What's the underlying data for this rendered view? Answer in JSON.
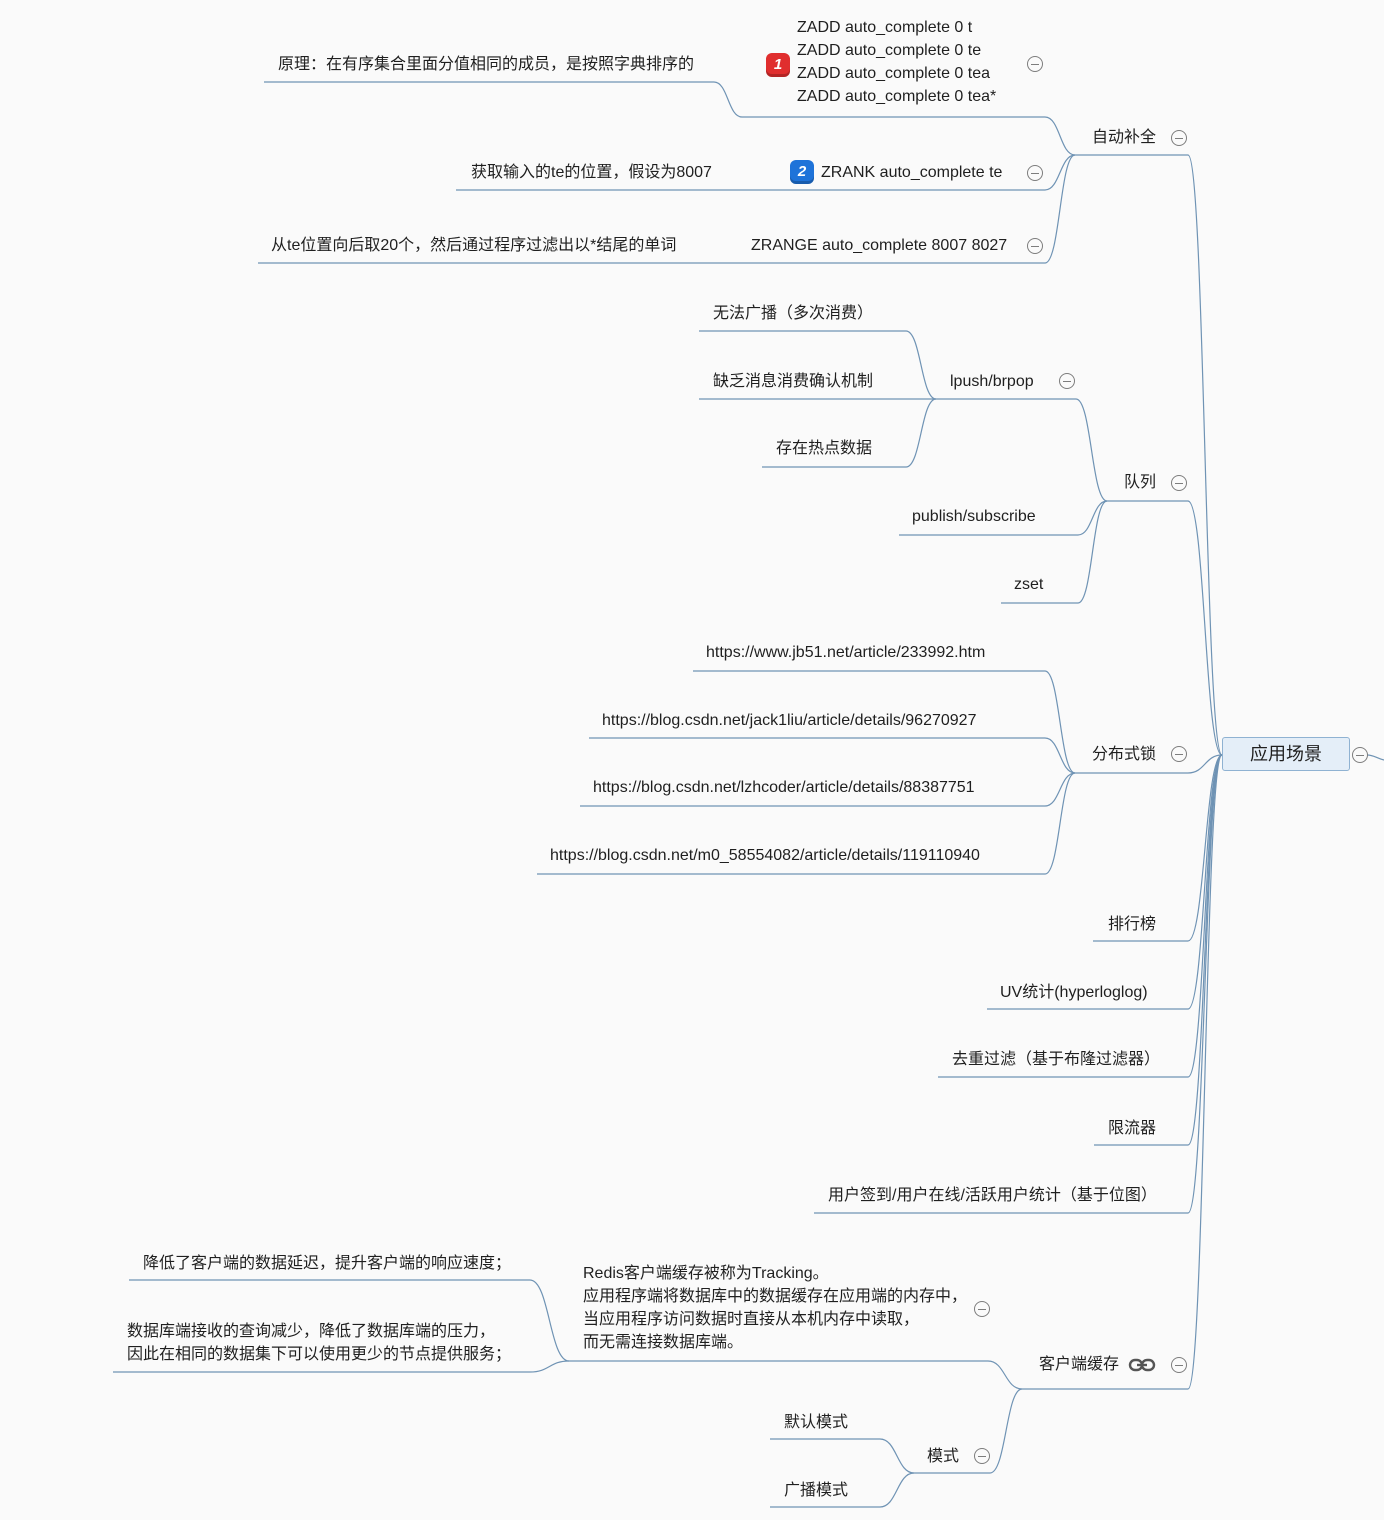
{
  "colors": {
    "edge": "#6f93b4",
    "root_fill": "#e4eef8",
    "badge_1": "#e02e2e",
    "badge_2": "#1e73d9"
  },
  "root": {
    "label": "应用场景"
  },
  "nodes": {
    "auto_complete": "自动补全",
    "zadd_lines": [
      "ZADD auto_complete 0 t",
      "ZADD auto_complete 0 te",
      "ZADD auto_complete 0 tea",
      "ZADD auto_complete 0 tea*"
    ],
    "zadd_note": "原理：在有序集合里面分值相同的成员，是按照字典排序的",
    "zrank": "ZRANK auto_complete te",
    "zrank_note": "获取输入的te的位置，假设为8007",
    "zrange": "ZRANGE auto_complete 8007 8027",
    "zrange_note": "从te位置向后取20个，然后通过程序过滤出以*结尾的单词",
    "queue": "队列",
    "lpush": "lpush/brpop",
    "lpush_items": [
      "无法广播（多次消费）",
      "缺乏消息消费确认机制",
      "存在热点数据"
    ],
    "pubsub": "publish/subscribe",
    "zset": "zset",
    "dist_lock": "分布式锁",
    "lock_links": [
      "https://www.jb51.net/article/233992.htm",
      "https://blog.csdn.net/jack1liu/article/details/96270927",
      "https://blog.csdn.net/lzhcoder/article/details/88387751",
      "https://blog.csdn.net/m0_58554082/article/details/119110940"
    ],
    "leaderboard": "排行榜",
    "uv": "UV统计(hyperloglog)",
    "dedup": "去重过滤（基于布隆过滤器）",
    "limiter": "限流器",
    "signin": "用户签到/用户在线/活跃用户统计（基于位图）",
    "client_cache": "客户端缓存",
    "tracking_lines": [
      "Redis客户端缓存被称为Tracking。",
      "应用程序端将数据库中的数据缓存在应用端的内存中，",
      "当应用程序访问数据时直接从本机内存中读取，",
      "而无需连接数据库端。"
    ],
    "benefit_1": "降低了客户端的数据延迟，提升客户端的响应速度；",
    "benefit_2_lines": [
      "数据库端接收的查询减少，降低了数据库端的压力，",
      "因此在相同的数据集下可以使用更少的节点提供服务；"
    ],
    "mode": "模式",
    "mode_items": [
      "默认模式",
      "广播模式"
    ]
  },
  "badges": [
    "1",
    "2"
  ],
  "icons": {
    "collapse": "minus-circle-icon",
    "link": "link-icon"
  }
}
